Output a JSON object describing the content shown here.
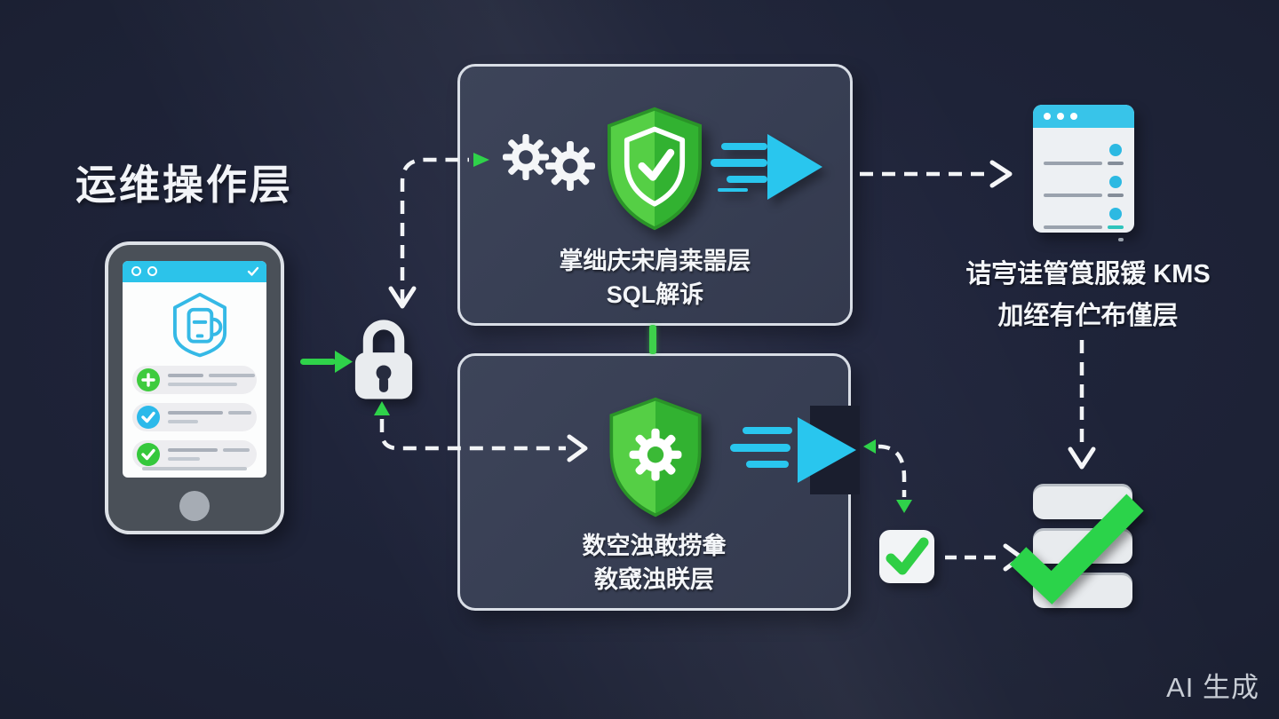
{
  "title": "运维操作层",
  "top_box": {
    "line1": "掌绌庆宋肩桒噐层",
    "line2": "SQL解诉"
  },
  "bottom_box": {
    "line1": "数空浊敢捞軬",
    "line2": "敎窢浊眹层"
  },
  "kms": {
    "line1": "诘宆诖管筤服锾 KMS",
    "line2": "加绖有伫布僅层"
  },
  "watermark": "AI 生成",
  "icons": {
    "phone-icon": "mobile device with security checklist app",
    "shield-outline-icon": "cyan shield with device inside",
    "plus-badge-icon": "green circle plus",
    "check-badge-cyan-icon": "cyan circle check",
    "check-badge-green-icon": "green circle check",
    "lock-icon": "padlock",
    "gear-icon": "settings gear ×2",
    "shield-check-icon": "green shield with checkmark",
    "shield-gear-icon": "green shield with gear",
    "speed-arrow-icon": "cyan fast-forward arrow",
    "browser-window-icon": "window with list rows",
    "database-icon": "stacked database discs",
    "big-check-icon": "large green checkmark",
    "checkbox-icon": "white box with green check"
  },
  "colors": {
    "background": "#1c2134",
    "panel": "#394056",
    "panel_border": "#d9dee6",
    "green": "#2fd24a",
    "shield_green_light": "#55cf45",
    "shield_green_dark": "#2fae2e",
    "cyan": "#29c6ee",
    "light_icon": "#e9ecef",
    "text": "#f4f6f9"
  }
}
